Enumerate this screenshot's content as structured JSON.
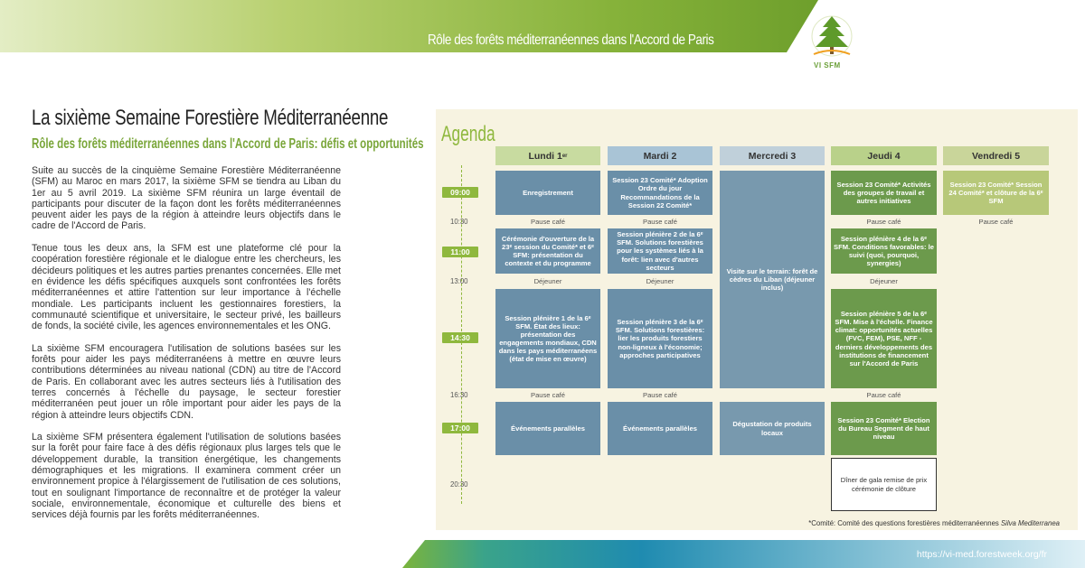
{
  "header": {
    "title": "Rôle des forêts méditerranéennes dans l'Accord de Paris",
    "logo_text": "VI SFM"
  },
  "colors": {
    "green_accent": "#8fb83e",
    "blue_session": "#6a8fa8",
    "green_session": "#6c9a4c",
    "panel_bg": "#f7f3e1",
    "footer_blue": "#1f8bb0"
  },
  "article": {
    "title": "La sixième Semaine Forestière Méditerranéenne",
    "subtitle": "Rôle des forêts méditerranéennes dans l'Accord de Paris: défis et opportunités",
    "paragraphs": [
      "Suite au succès de la cinquième Semaine Forestière Méditerranéenne (SFM) au Maroc en mars 2017, la sixième SFM se tiendra au Liban du 1er au 5 avril 2019. La sixième SFM réunira un large éventail de participants pour discuter de la façon dont les forêts méditerranéennes peuvent aider les pays de la région à atteindre leurs objectifs dans le cadre de l'Accord de Paris.",
      "Tenue tous les deux ans, la SFM est une plateforme clé pour la coopération forestière régionale et le dialogue entre les chercheurs, les décideurs politiques et les autres parties prenantes concernées. Elle met en évidence les défis spécifiques auxquels sont confrontées les forêts méditerranéennes et attire l'attention sur leur importance à l'échelle mondiale. Les participants incluent les gestionnaires forestiers, la communauté scientifique et universitaire, le secteur privé, les bailleurs de fonds, la société civile, les agences environnementales et les ONG.",
      "La sixième SFM encouragera l'utilisation de solutions basées sur les forêts pour aider les pays méditerranéens à mettre en œuvre leurs contributions déterminées au niveau national (CDN) au titre de l'Accord de Paris. En collaborant avec les autres secteurs liés à l'utilisation des terres concernés à l'échelle du paysage, le secteur forestier méditerranéen peut jouer un rôle important pour aider les pays de la région à atteindre leurs objectifs CDN.",
      "La sixième SFM présentera également l'utilisation de solutions basées sur la forêt pour faire face à des défis régionaux plus larges tels que le développement durable, la transition énergétique, les changements démographiques et les migrations. Il examinera comment créer un environnement propice à l'élargissement de l'utilisation de ces solutions, tout en soulignant l'importance de reconnaître et de protéger la valeur sociale, environnementale, économique et culturelle des biens et services déjà fournis par les forêts méditerranéennes."
    ]
  },
  "agenda": {
    "title": "Agenda",
    "days": [
      "Lundi 1",
      "Mardi  2",
      "Mercredi 3",
      "Jeudi 4",
      "Vendredi 5"
    ],
    "day1_sup": "er",
    "times": {
      "t0900": "09:00",
      "t1030": "10:30",
      "t1100": "11:00",
      "t1300": "13:00",
      "t1430": "14:30",
      "t1630": "16:30",
      "t1700": "17:00",
      "t2030": "20:30"
    },
    "pause_cafe": "Pause café",
    "dejeuner": "Déjeuner",
    "sessions": {
      "mon_1": "Enregistrement",
      "mon_2": "Cérémonie d'ouverture de la 23ᵉ session du Comité* et 6ᵉ SFM: présentation du contexte et du programme",
      "mon_3": "Session plénière 1 de la 6ᵉ SFM. État des lieux: présentation des engagements mondiaux, CDN dans les pays méditerranéens (état de mise en œuvre)",
      "mon_4": "Événements parallèles",
      "tue_1": "Session 23 Comité* Adoption Ordre du jour Recommandations de la Session 22 Comité*",
      "tue_2": "Session plénière 2 de la 6ᵉ SFM. Solutions forestières pour les systèmes liés à la forêt: lien avec d'autres secteurs",
      "tue_3": "Session plénière 3 de la 6ᵉ SFM. Solutions forestières: lier les produits forestiers non-ligneux à l'économie; approches participatives",
      "tue_4": "Événements parallèles",
      "wed_1": "Visite sur le terrain: forêt de cèdres du Liban (déjeuner inclus)",
      "wed_2": "Dégustation de produits locaux",
      "thu_1": "Session 23 Comité* Activités des groupes de travail et autres initiatives",
      "thu_2": "Session plénière 4 de la 6ᵉ SFM. Conditions favorables: le suivi (quoi, pourquoi, synergies)",
      "thu_3": "Session plénière 5 de la 6ᵉ SFM. Mise à l'échelle. Finance climat: opportunités actuelles (FVC, FEM), PSE, NFF - derniers développements des institutions de financement sur l'Accord de Paris",
      "thu_4": "Session 23 Comité* Election du Bureau Segment de haut niveau",
      "thu_5": "Dîner de gala remise de prix cérémonie de clôture",
      "fri_1": "Session 23 Comité* Session 24 Comité* et clôture de la 6ᵉ SFM"
    },
    "footnote": "*Comité: Comité des questions forestières méditerranéennes",
    "footnote_italic": "Silva Mediterranea"
  },
  "footer": {
    "url": "https://vi-med.forestweek.org/fr"
  }
}
